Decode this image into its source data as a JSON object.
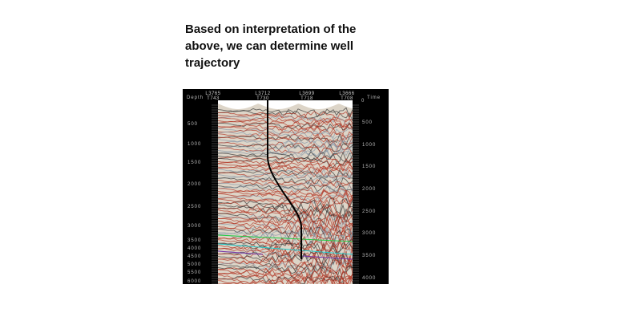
{
  "slide": {
    "title": "Based on interpretation of  the above, we can determine well trajectory"
  },
  "seismic_section": {
    "left_axis_label": "Depth",
    "right_axis_label": "Time",
    "right_axis_zero": "0",
    "wells": [
      {
        "line": "L3765",
        "trace": "T743"
      },
      {
        "line": "L3712",
        "trace": "T730"
      },
      {
        "line": "L3699",
        "trace": "T718"
      },
      {
        "line": "L3666",
        "trace": "T708"
      }
    ],
    "depth_ticks": [
      "500",
      "1000",
      "1500",
      "2000",
      "2500",
      "3000",
      "3500",
      "4000",
      "4500",
      "5000",
      "5500",
      "6000"
    ],
    "time_ticks": [
      "500",
      "1000",
      "1500",
      "2000",
      "2500",
      "3000",
      "3500",
      "4000"
    ],
    "colors": {
      "background": "#000000",
      "well_path": "#000000",
      "horizon_green": "#22cc44",
      "horizon_cyan": "#22cccc",
      "horizon_purple": "#7733aa",
      "reflector_red": "#b03020"
    }
  }
}
